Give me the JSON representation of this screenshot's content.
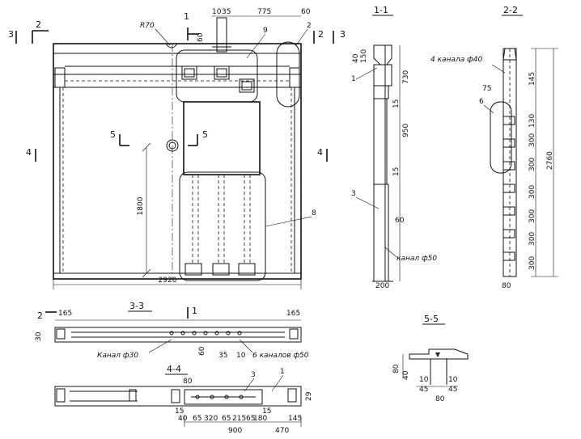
{
  "sections": {
    "s11": "1-1",
    "s22": "2-2",
    "s33": "3-3",
    "s44": "4-4",
    "s55": "5-5"
  },
  "cut_marks": {
    "n1": "1",
    "n2": "2",
    "n3": "3",
    "n4": "4",
    "n5": "5"
  },
  "callouts": {
    "c1": "1",
    "c2": "2",
    "c3": "3",
    "c6": "6",
    "c8": "8",
    "c9": "9"
  },
  "notes": {
    "radius": "R70",
    "channels_40": "4 канала ф40",
    "channel_50": "канал ф50",
    "channel_30": "Канал ф30",
    "channels_6x50": "6 каналов ф50"
  },
  "dims": {
    "top_10": "10",
    "top_35": "35",
    "top_775": "775",
    "top_60": "60",
    "left_60": "60",
    "h1800": "1800",
    "w2920": "2920",
    "a40": "40",
    "a150": "150",
    "a730": "730",
    "a15": "15",
    "a950": "950",
    "a15b": "15",
    "a60": "60",
    "a200": "200",
    "b75": "75",
    "b145": "145",
    "b130": "130",
    "b300a": "300",
    "b300b": "300",
    "b2760": "2760",
    "b300c": "300",
    "b300d": "300",
    "b300e": "300",
    "b300f": "300",
    "b80": "80",
    "c165a": "165",
    "c165b": "165",
    "c30": "30",
    "c60": "60",
    "c35": "35",
    "c10": "10",
    "d80": "80",
    "d29": "29",
    "d15": "15",
    "d40": "40",
    "d65": "65",
    "d320": "320",
    "d65b": "65",
    "d215": "215",
    "d65c": "65",
    "d180": "180",
    "d15b": "15",
    "d145": "145",
    "d900": "900",
    "d470": "470",
    "e80": "80",
    "e40": "40",
    "e10a": "10",
    "e10b": "10",
    "e45a": "45",
    "e45b": "45",
    "e80b": "80"
  }
}
